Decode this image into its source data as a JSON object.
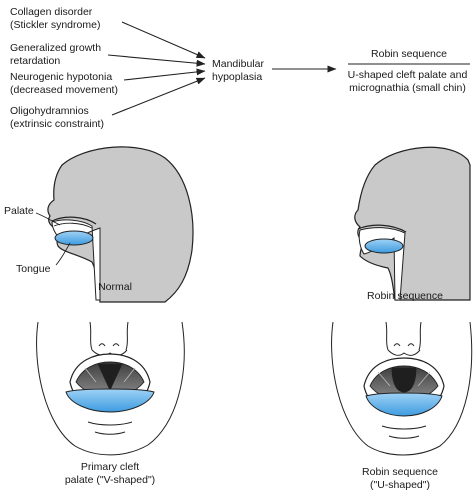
{
  "causes": [
    {
      "line1": "Collagen disorder",
      "line2": "(Stickler syndrome)"
    },
    {
      "line1": "Generalized growth",
      "line2": "retardation"
    },
    {
      "line1": "Neurogenic hypotonia",
      "line2": "(decreased movement)"
    },
    {
      "line1": "Oligohydramnios",
      "line2": "(extrinsic constraint)"
    }
  ],
  "central": {
    "line1": "Mandibular",
    "line2": "hypoplasia"
  },
  "outcome": {
    "title": "Robin sequence",
    "line1": "U-shaped cleft palate and",
    "line2": "micrognathia (small chin)"
  },
  "profiles": {
    "palate_label": "Palate",
    "tongue_label": "Tongue",
    "left_caption": "Normal",
    "right_caption": "Robin sequence"
  },
  "faces": {
    "left_caption": {
      "line1": "Primary cleft",
      "line2": "palate (\"V-shaped\")"
    },
    "right_caption": {
      "line1": "Robin sequence",
      "line2": "(\"U-shaped\")"
    }
  },
  "colors": {
    "head_fill": "#c9c9c9",
    "tongue_blue": "#5fb0ea",
    "ink": "#222222"
  }
}
